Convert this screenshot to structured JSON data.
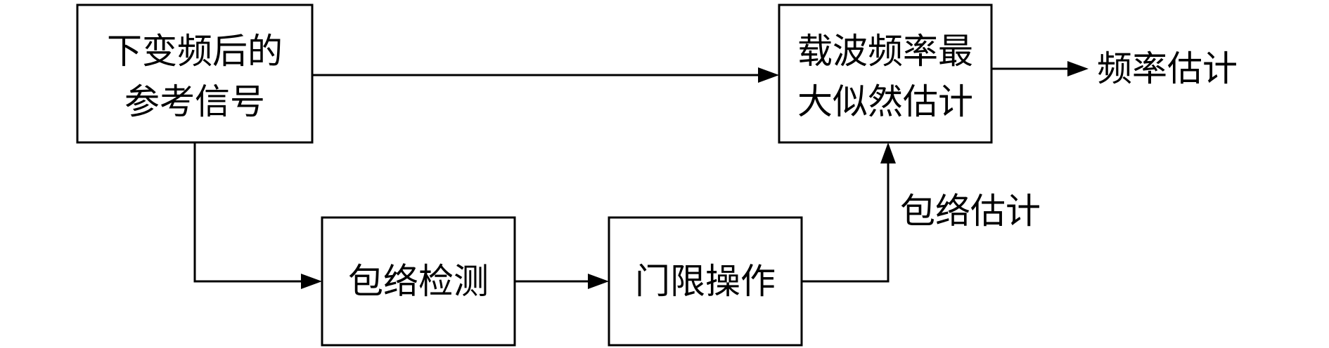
{
  "nodes": {
    "ref_signal": {
      "line1": "下变频后的",
      "line2": "参考信号"
    },
    "ml_estimator": {
      "line1": "载波频率最",
      "line2": "大似然估计"
    },
    "envelope_detect": {
      "label": "包络检测"
    },
    "threshold_op": {
      "label": "门限操作"
    }
  },
  "edge_labels": {
    "output": "频率估计",
    "envelope_estimate": "包络估计"
  }
}
